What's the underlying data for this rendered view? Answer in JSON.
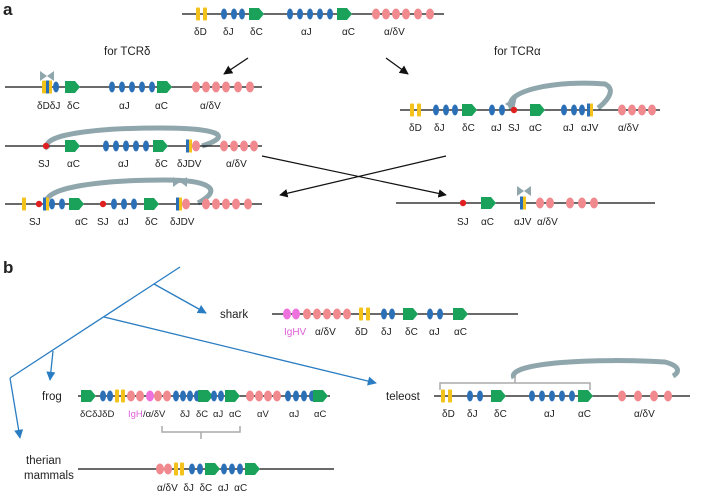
{
  "colors": {
    "d_segment": "#f3c31b",
    "j_segment": "#2b6fb6",
    "c_segment": "#1aa15a",
    "v_segment": "#f08a8f",
    "ighv_segment": "#ee72dd",
    "rss": "#e02020",
    "loop": "#8fa6ac",
    "tree": "#2a7dc2",
    "bracket": "#aaaaaa",
    "ighv_text": "#e05fd8"
  },
  "panel_a": {
    "letter": "a",
    "top_labels": {
      "dD": "δD",
      "dJ": "δJ",
      "dC": "δC",
      "aJ": "αJ",
      "aC": "αC",
      "adV": "α/δV"
    },
    "left_title": "for TCRδ",
    "right_title": "for TCRα",
    "l1": {
      "dDdJ": "δDδJ",
      "dC": "δC",
      "aJ": "αJ",
      "aC": "αC",
      "adV": "α/δV"
    },
    "l2": {
      "SJ": "SJ",
      "aC": "αC",
      "aJ": "αJ",
      "dC": "δC",
      "dJDV": "δJDV",
      "adV": "α/δV"
    },
    "l3": {
      "SJ": "SJ",
      "aC": "αC",
      "SJ2": "SJ",
      "aJ": "αJ",
      "dC": "δC",
      "dJDV": "δJDV"
    },
    "r1": {
      "dD": "δD",
      "dJ": "δJ",
      "dC": "δC",
      "aJ": "αJ",
      "SJ": "SJ",
      "aC": "αC",
      "aJ2": "αJ",
      "aJV": "αJV",
      "adV": "α/δV"
    },
    "r2": {
      "SJ": "SJ",
      "aC": "αC",
      "aJV": "αJV",
      "adV": "α/δV"
    }
  },
  "panel_b": {
    "letter": "b",
    "shark": {
      "name": "shark",
      "IgHV": "IgHV",
      "adV": "α/δV",
      "dD": "δD",
      "dJ": "δJ",
      "dC": "δC",
      "aJ": "αJ",
      "aC": "αC"
    },
    "frog": {
      "name": "frog",
      "dCdJdD": "δCδJδD",
      "IgH": "IgH",
      "slash_adV": "/α/δV",
      "dJ": "δJ",
      "dC": "δC",
      "aJ": "αJ",
      "aC": "αC",
      "aV": "αV",
      "aJ2": "αJ",
      "aC2": "αC"
    },
    "teleost": {
      "name": "teleost",
      "dD": "δD",
      "dJ": "δJ",
      "dC": "δC",
      "aJ": "αJ",
      "aC": "αC",
      "adV": "α/δV"
    },
    "therian": {
      "name_line1": "therian",
      "name_line2": "mammals",
      "label": "α/δV  δJ  δC  αJ  αC"
    }
  }
}
